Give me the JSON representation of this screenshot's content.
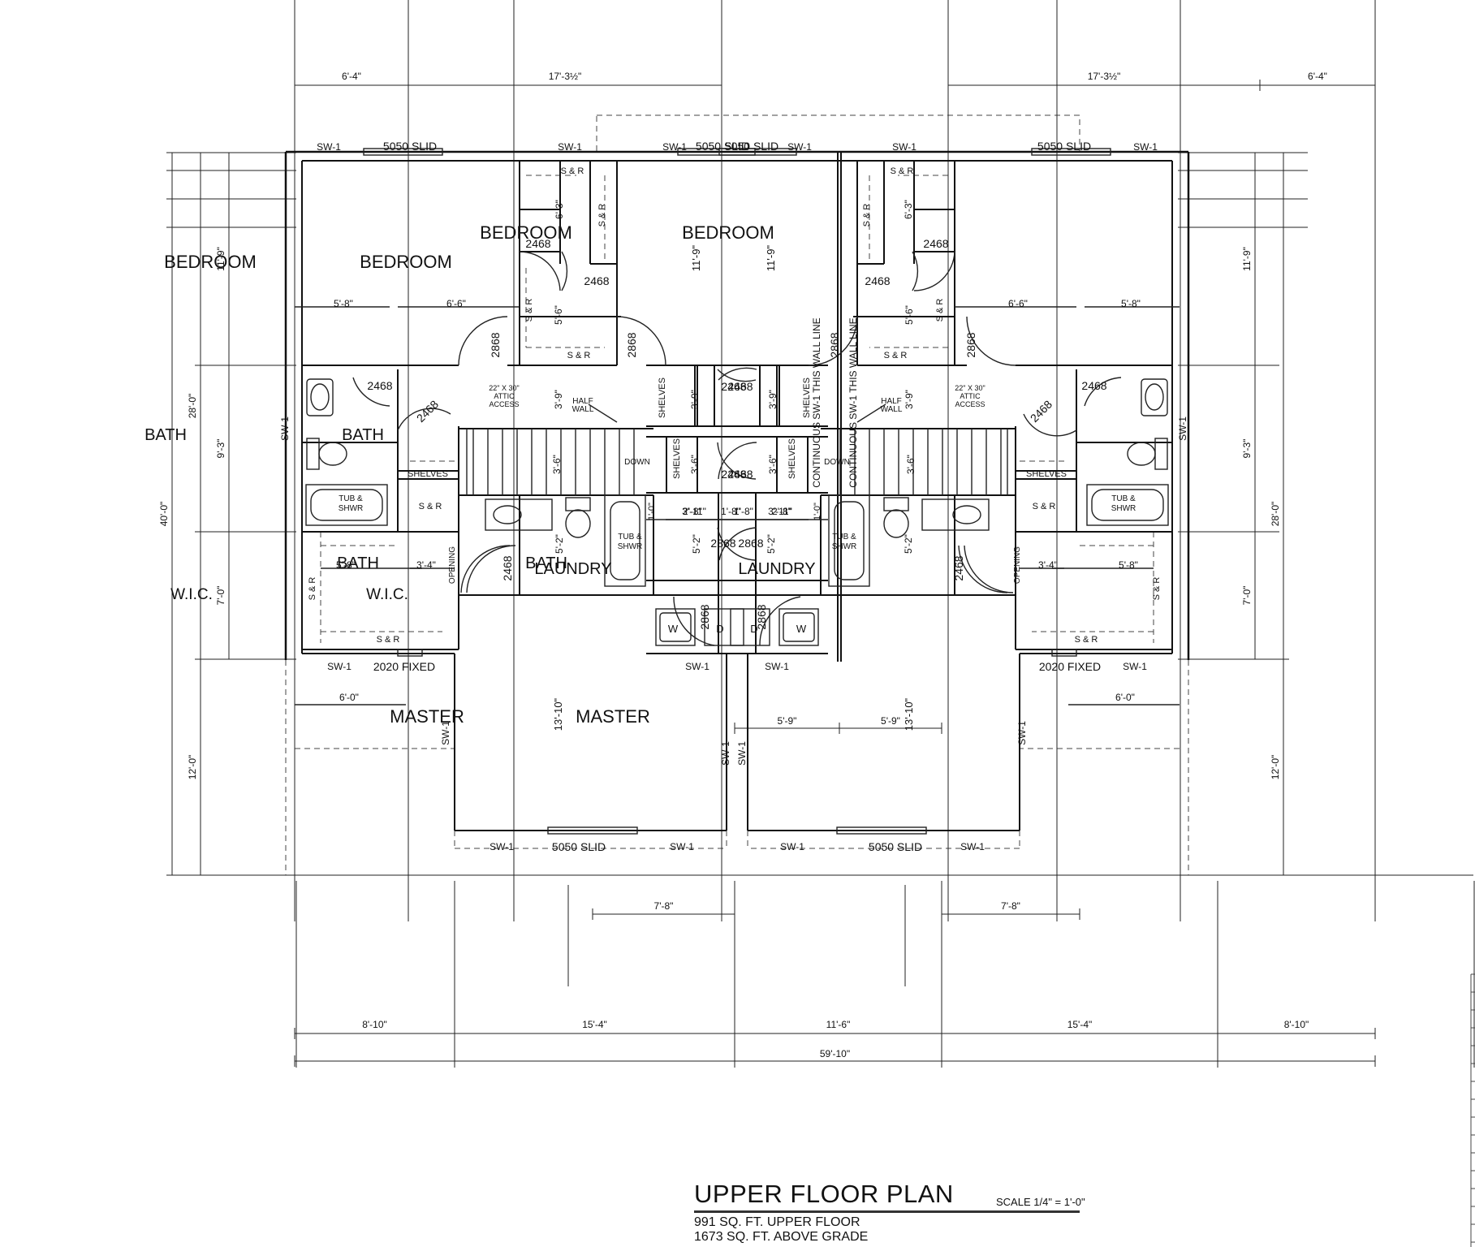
{
  "title": "UPPER FLOOR PLAN",
  "scale": "SCALE 1/4\" = 1'-0\"",
  "area_lines": [
    "991 SQ. FT. UPPER FLOOR",
    "1673 SQ. FT. ABOVE GRADE"
  ],
  "rooms": {
    "bedroom": "BEDROOM",
    "bath": "BATH",
    "master": "MASTER",
    "laundry": "LAUNDRY",
    "wic": "W.I.C."
  },
  "labels": {
    "sw": "SW-1",
    "slider": "5050  SLID",
    "fixed": "2020  FIXED",
    "door_2468": "2468",
    "door_2868": "2868",
    "shelf_rod": "S & R",
    "shelves": "SHELVES",
    "tub": [
      "TUB &",
      "SHWR"
    ],
    "attic": [
      "22\" X 30\"",
      "ATTIC",
      "ACCESS"
    ],
    "half_wall": [
      "HALF",
      "WALL"
    ],
    "down": "DOWN",
    "opening": "OPENING",
    "dryer": "D",
    "washer": "W",
    "wall_line": "CONTINUOUS SW-1 THIS WALL LINE"
  },
  "dimensions": {
    "top_left_a": "6'-4\"",
    "top_left_b": "17'-3½\"",
    "top_right_a": "17'-3½\"",
    "top_right_b": "6'-4\"",
    "bed_left_a": "5'-8\"",
    "bed_left_b": "6'-6\"",
    "bed_right_a": "6'-6\"",
    "bed_right_b": "5'-8\"",
    "closet_a": "6'-3\"",
    "closet_b": "5'-6\"",
    "bed_depth": "11'-9\"",
    "hall_a": "3'-9\"",
    "hall_b": "3'-6\"",
    "bath_depth": "5'-2\"",
    "master_depth": "13'-10\"",
    "wic_a": "5'-8\"",
    "wic_b": "3'-4\"",
    "small_a": "3'-11\"",
    "small_b": "1'-8\"",
    "small_c": "2'-8\"",
    "small_d": "1'-0\"",
    "patio": "6'-0\"",
    "gap": "5'-9\"",
    "master_bay": "7'-8\"",
    "side_a": "11'-9\"",
    "side_b": "9'-3\"",
    "side_c": "7'-0\"",
    "side_d": "12'-0\"",
    "side_e": "28'-0\"",
    "side_f": "40'-0\"",
    "bottom": [
      "8'-10\"",
      "15'-4\"",
      "11'-6\"",
      "15'-4\"",
      "8'-10\""
    ],
    "overall": "59'-10\""
  }
}
